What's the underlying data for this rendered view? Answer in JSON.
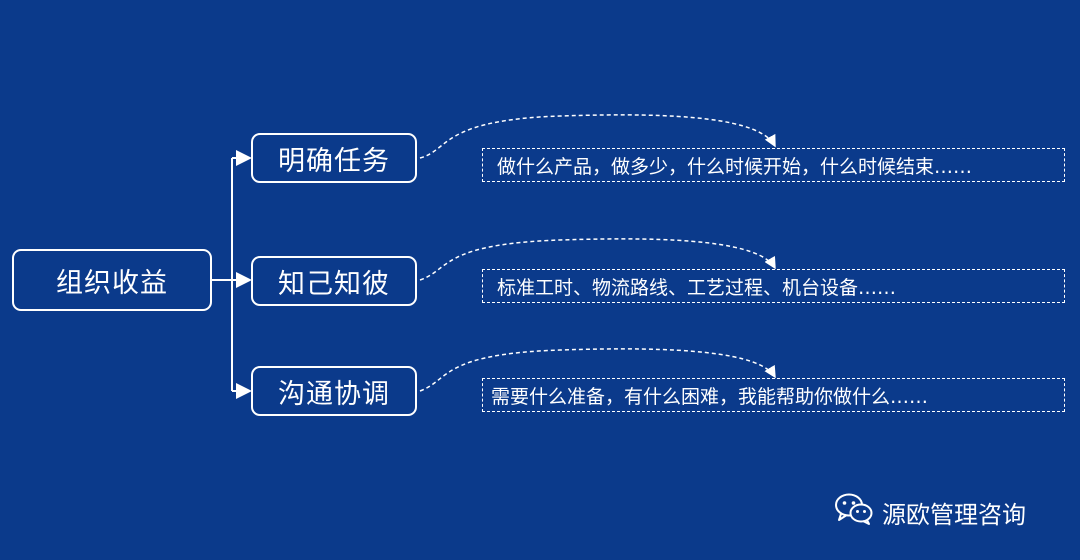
{
  "root": {
    "label": "组织收益"
  },
  "branches": [
    {
      "label": "明确任务",
      "detail": "做什么产品，做多少，什么时候开始，什么时候结束……"
    },
    {
      "label": "知己知彼",
      "detail": "标准工时、物流路线、工艺过程、机台设备……"
    },
    {
      "label": "沟通协调",
      "detail": "需要什么准备，有什么困难，我能帮助你做什么……"
    }
  ],
  "footer": {
    "brand": "源欧管理咨询",
    "icon": "wechat-icon"
  },
  "colors": {
    "background": "#0b3a8b",
    "line": "#ffffff"
  }
}
